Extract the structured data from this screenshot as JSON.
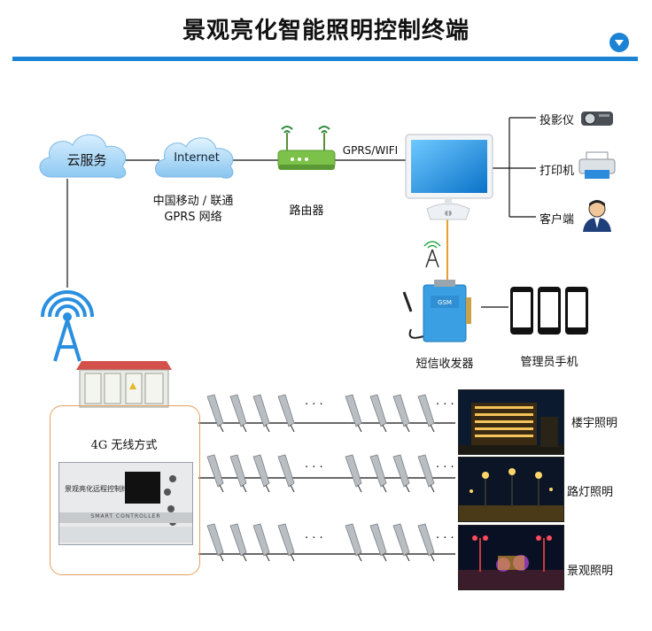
{
  "title": "景观亮化智能照明控制终端",
  "cloud": {
    "label": "云服务"
  },
  "internet": {
    "label": "Internet"
  },
  "carrier": {
    "line1": "中国移动 / 联通",
    "line2": "GPRS 网络"
  },
  "router": {
    "label": "路由器"
  },
  "link": {
    "label": "GPRS/WIFI"
  },
  "peripherals": {
    "projector": "投影仪",
    "printer": "打印机",
    "client": "客户端"
  },
  "sms": {
    "label": "短信收发器",
    "device_text": "GSM"
  },
  "phones": {
    "label": "管理员手机"
  },
  "controller": {
    "label": "4G 无线方式",
    "panel_text": "景观亮化远程控制终端",
    "brand": "SMART CONTROLLER"
  },
  "ellipsis": "· · ·",
  "scenes": {
    "building": "楼宇照明",
    "street": "路灯照明",
    "landscape": "景观照明"
  },
  "colors": {
    "accent": "#1c82d4",
    "border": "#e3a15e",
    "line": "#111111"
  }
}
